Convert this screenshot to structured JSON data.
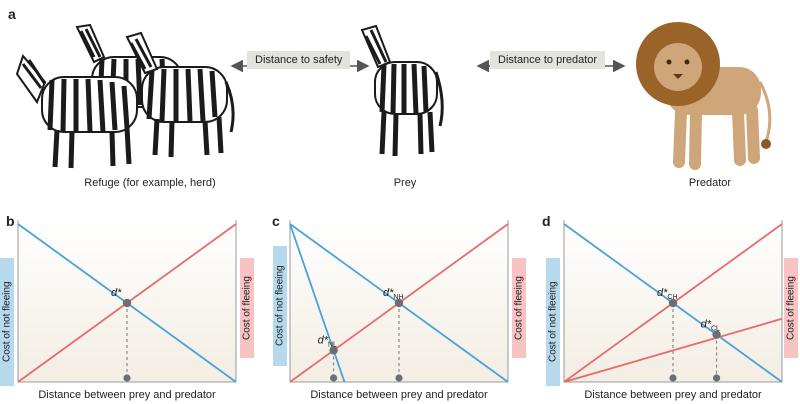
{
  "panel_a": {
    "letter": "a",
    "refuge_caption": "Refuge (for example, herd)",
    "prey_caption": "Prey",
    "predator_caption": "Predator",
    "safety_label": "Distance to safety",
    "predator_label": "Distance to predator"
  },
  "panels": [
    {
      "letter": "b",
      "left_axis": "Cost of not fleeing",
      "right_axis": "Cost of fleeing",
      "xlabel": "Distance between prey and predator"
    },
    {
      "letter": "c",
      "left_axis": "Cost of not fleeing",
      "right_axis": "Cost of fleeing",
      "xlabel": "Distance between prey and predator"
    },
    {
      "letter": "d",
      "left_axis": "Cost of not fleeing",
      "right_axis": "Cost of fleeing",
      "xlabel": "Distance between prey and predator"
    }
  ],
  "colors": {
    "blue_line": "#4aa3d8",
    "red_line": "#ea6a6a",
    "blue_tab": "#b6d9ee",
    "red_tab": "#f7c3c3",
    "point": "#6b6e73",
    "zebra_black": "#1b1b1b",
    "lion_mane": "#9a6428",
    "lion_body": "#cfa57a"
  },
  "chart_data": [
    {
      "type": "line",
      "panel": "b",
      "series": [
        {
          "role": "cost of not fleeing",
          "color": "blue",
          "x": [
            0,
            1
          ],
          "y": [
            1,
            0
          ]
        },
        {
          "role": "cost of fleeing",
          "color": "red",
          "x": [
            0,
            1
          ],
          "y": [
            0,
            1
          ]
        }
      ],
      "points": [
        {
          "label": "d*",
          "sub": "",
          "x": 0.5,
          "y": 0.5
        }
      ]
    },
    {
      "type": "line",
      "panel": "c",
      "series": [
        {
          "role": "cost of not fleeing (high)",
          "color": "blue",
          "x": [
            0,
            1
          ],
          "y": [
            1,
            0
          ]
        },
        {
          "role": "cost of not fleeing (low)",
          "color": "blue",
          "x": [
            0,
            0.25
          ],
          "y": [
            1,
            0
          ]
        },
        {
          "role": "cost of fleeing",
          "color": "red",
          "x": [
            0,
            1
          ],
          "y": [
            0,
            1
          ]
        }
      ],
      "points": [
        {
          "label": "d*",
          "sub": "NH",
          "x": 0.5,
          "y": 0.5
        },
        {
          "label": "d*",
          "sub": "NL",
          "x": 0.2,
          "y": 0.2
        }
      ]
    },
    {
      "type": "line",
      "panel": "d",
      "series": [
        {
          "role": "cost of not fleeing",
          "color": "blue",
          "x": [
            0,
            1
          ],
          "y": [
            1,
            0
          ]
        },
        {
          "role": "cost of fleeing (high)",
          "color": "red",
          "x": [
            0,
            1
          ],
          "y": [
            0,
            1
          ]
        },
        {
          "role": "cost of fleeing (low)",
          "color": "red",
          "x": [
            0,
            1
          ],
          "y": [
            0,
            0.4
          ]
        }
      ],
      "points": [
        {
          "label": "d*",
          "sub": "CH",
          "x": 0.5,
          "y": 0.5
        },
        {
          "label": "d*",
          "sub": "CL",
          "x": 0.7,
          "y": 0.3
        }
      ]
    }
  ]
}
